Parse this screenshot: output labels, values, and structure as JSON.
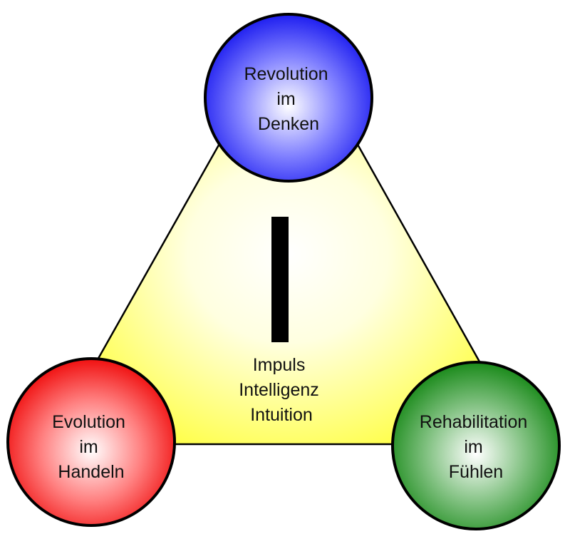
{
  "diagram": {
    "center": {
      "lines": [
        "Impuls",
        "Intelligenz",
        "Intuition"
      ],
      "symbol": "I",
      "color": "#ffff33"
    },
    "nodes": [
      {
        "id": "top",
        "lines": [
          "Revolution",
          "im",
          "Denken"
        ],
        "color": "#2b2bff"
      },
      {
        "id": "left",
        "lines": [
          "Evolution",
          "im",
          "Handeln"
        ],
        "color": "#f01515"
      },
      {
        "id": "right",
        "lines": [
          "Rehabilitation",
          "im",
          "Fühlen"
        ],
        "color": "#1f8f1f"
      }
    ]
  }
}
